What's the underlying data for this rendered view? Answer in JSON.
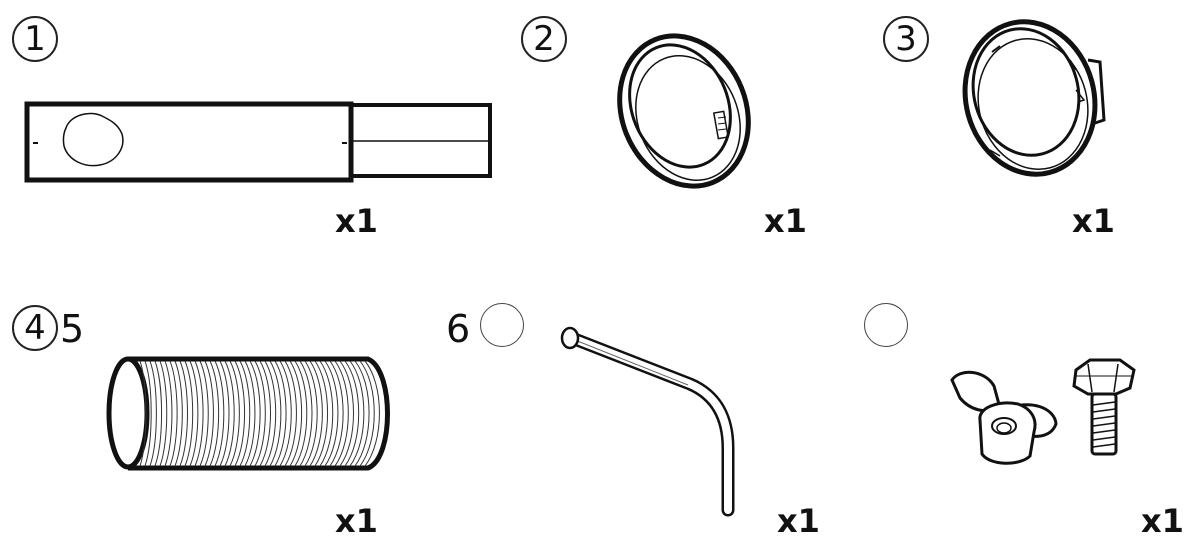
{
  "items": [
    {
      "label": "1",
      "qty": "x1"
    },
    {
      "label": "2",
      "qty": "x1"
    },
    {
      "label": "3",
      "qty": "x1"
    },
    {
      "label_a": "4",
      "label_b": "5",
      "qty": "x1"
    },
    {
      "label": "6",
      "qty": "x1"
    },
    {
      "label": "",
      "qty": "x1"
    }
  ]
}
